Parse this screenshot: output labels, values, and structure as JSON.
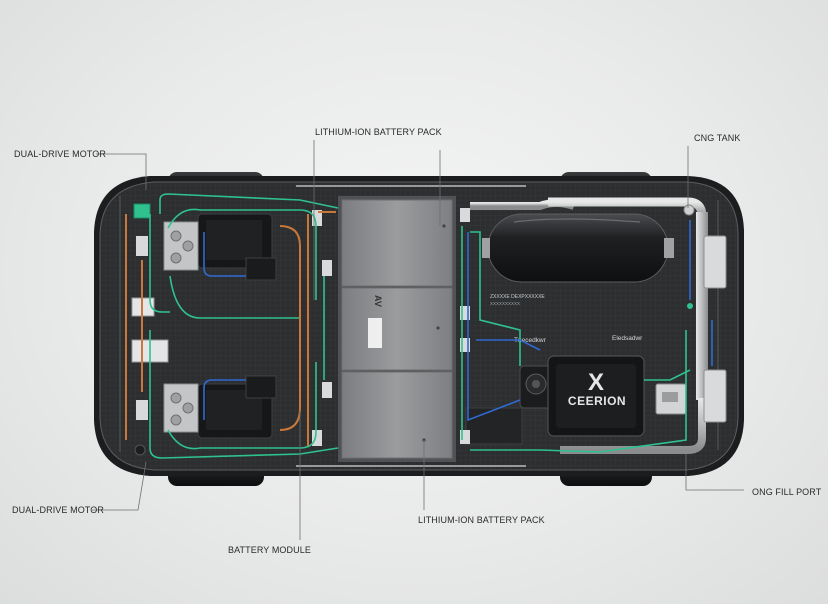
{
  "labels": {
    "dual_drive_motor_top": "DUAL-DRIVE MOTOR",
    "dual_drive_motor_bottom": "DUAL-DRIVE MOTOR",
    "lithium_ion_top": "LITHIUM-ION BATTERY PACK",
    "lithium_ion_bottom": "LITHIUM-ION BATTERY PACK",
    "cng_tank": "CNG TANK",
    "cng_fill_port": "ONG FILL PORT",
    "battery_module": "BATTERY MODULE"
  },
  "engine_unit": {
    "logo": "X",
    "brand": "CEERION",
    "tag_left": "Tnecedkwr",
    "tag_right": "Eledsadwr"
  },
  "small_text": {
    "battery_mark": "AV",
    "panel_note_1": "ZXXXXE DEXPXXXXXE",
    "panel_note_2": "XXXXXXXXXX"
  },
  "colors": {
    "coolant_green": "#2fc28e",
    "hv_orange": "#c9783a",
    "signal_blue": "#2f6ad1",
    "chassis_dark": "#2b2d2f",
    "battery_gray": "#8f9193"
  }
}
